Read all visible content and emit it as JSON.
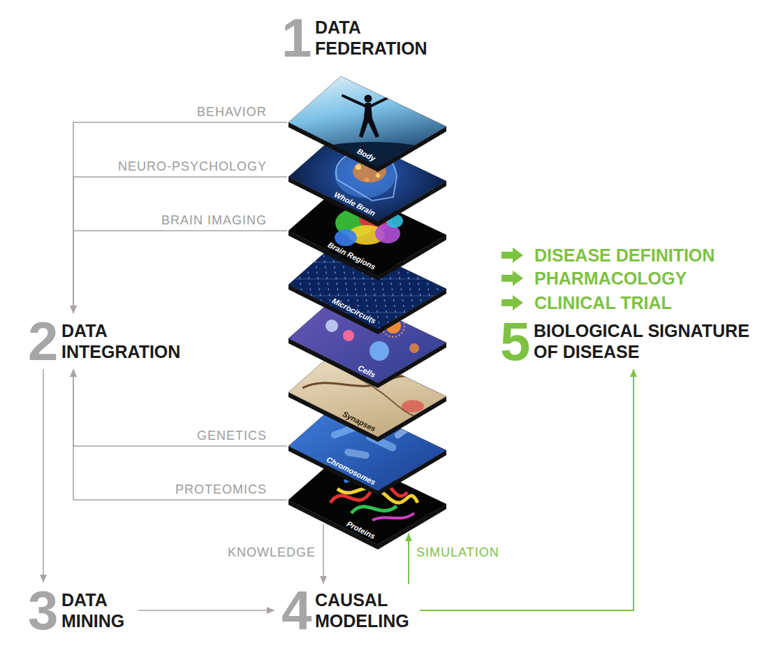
{
  "diagram": {
    "nodes": [
      {
        "text": [
          "1",
          "DATA FEDERATION"
        ]
      },
      {
        "text": [
          "Body"
        ]
      },
      {
        "text": [
          "Whole Brain"
        ]
      },
      {
        "text": [
          "Brain Regions"
        ]
      },
      {
        "text": [
          "Microcircuits"
        ]
      },
      {
        "text": [
          "Cells"
        ]
      },
      {
        "text": [
          "Synapses"
        ]
      },
      {
        "text": [
          "Chromosomes"
        ]
      },
      {
        "text": [
          "Proteins"
        ]
      },
      {
        "text": [
          "2",
          "DATA INTEGRATION"
        ]
      },
      {
        "text": [
          "5",
          "BIOLOGICAL SIGNATURE OF DISEASE"
        ]
      },
      {
        "text": [
          "3",
          "DATA MINING"
        ]
      },
      {
        "text": [
          "4",
          "CAUSAL MODELING"
        ]
      }
    ],
    "edges": [
      {
        "from": 1,
        "to": 9,
        "label": "BEHAVIOR",
        "arrow": "to"
      },
      {
        "from": 2,
        "to": 9,
        "label": "NEURO-PSYCHOLOGY",
        "arrow": "to"
      },
      {
        "from": 3,
        "to": 9,
        "label": "BRAIN IMAGING",
        "arrow": "to"
      },
      {
        "from": 7,
        "to": 9,
        "label": "GENETICS",
        "arrow": "to"
      },
      {
        "from": 8,
        "to": 9,
        "label": "PROTEOMICS",
        "arrow": "to"
      },
      {
        "from": 9,
        "to": 11,
        "arrow": "to"
      },
      {
        "from": 11,
        "to": 12,
        "arrow": "to"
      },
      {
        "from": 8,
        "to": 12,
        "label": "KNOWLEDGE",
        "arrow": "to"
      },
      {
        "from": 12,
        "to": 8,
        "label": "SIMULATION",
        "arrow": "to"
      },
      {
        "from": 12,
        "to": 10,
        "arrow": "to"
      }
    ],
    "labels": [
      "DISEASE DEFINITION",
      "PHARMACOLOGY",
      "CLINICAL TRIAL"
    ]
  }
}
